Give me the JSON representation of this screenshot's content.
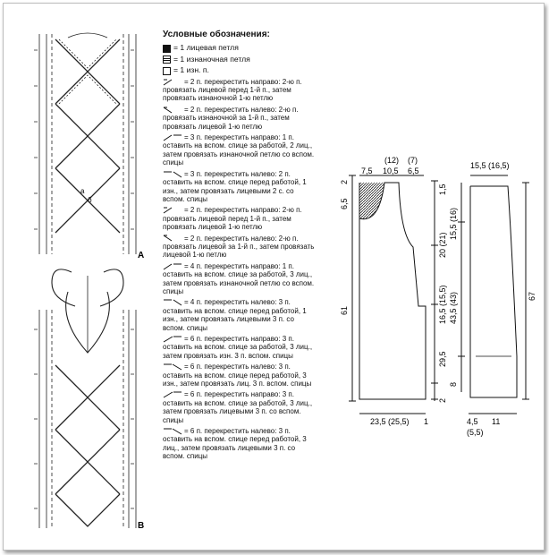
{
  "panels": {
    "a": "А",
    "b": "В"
  },
  "chart_letters": {
    "a": "a",
    "b": "б"
  },
  "legend": {
    "title": "Условные обозначения:",
    "basic": [
      {
        "symbol": "filled-square",
        "text": "= 1 лицевая петля"
      },
      {
        "symbol": "hatched-square",
        "text": "= 1 изнаночная петля"
      },
      {
        "symbol": "empty-square",
        "text": "= 1 изн. п."
      }
    ],
    "crosses": [
      "= 2 п. перекрестить направо: 2-ю п. провязать лицевой перед 1-й п., затем провязать изнаночной 1-ю петлю",
      "= 2 п. перекрестить налево: 2-ю п. провязать изнаночной за 1-й п., затем провязать лицевой 1-ю петлю",
      "= 3 п. перекрестить направо: 1 п. оставить на вспом. спице за работой, 2 лиц., затем провязать изнаночной петлю со вспом. спицы",
      "= 3 п. перекрестить налево: 2 п. оставить на вспом. спице перед работой, 1 изн., затем провязать лицевыми 2 с. со вспом. спицы",
      "= 2 п. перекрестить направо: 2-ю п. провязать лицевой перед 1-й п., затем провязать лицевой 1-ю петлю",
      "= 2 п. перекрестить налево: 2-ю п. провязать лицевой за 1-й п., затем провязать лицевой 1-ю петлю",
      "= 4 п. перекрестить направо: 1 п. оставить на вспом. спице за работой, 3 лиц., затем провязать изнаночной петлю со вспом. спицы",
      "= 4 п. перекрестить налево: 3 п. оставить на вспом. спице перед работой, 1 изн., затем провязать лицевыми 3 п. со вспом. спицы",
      "= 6 п. перекрестить направо: 3 п. оставить на вспом. спице за работой, 3 лиц., затем провязать изн. 3 п. вспом. спицы",
      "= 6 п. перекрестить налево: 3 п. оставить на вспом. спице перед работой, 3 изн., затем провязать лиц. 3 п. вспом. спицы",
      "= 6 п. перекрестить направо: 3 п. оставить на вспом. спице за работой, 3 лиц., затем провязать лицевыми 3 п. со вспом. спицы",
      "= 6 п. перекрестить налево: 3 п. оставить на вспом. спице перед работой, 3 лиц., затем провязать лицевыми 3 п. со вспом. спицы"
    ]
  },
  "schematic": {
    "body": {
      "top": {
        "left": "7,5",
        "center_top": "(12)",
        "center": "10,5",
        "right_top": "(7)",
        "right": "6,5"
      },
      "left": {
        "top": "6,5",
        "top_small": "2",
        "total": "61"
      },
      "right": {
        "neck": "1,5",
        "armhole": "20 (21)",
        "side": "16,5 (15,5)",
        "lower": "29,5",
        "rib": "2"
      },
      "bottom": {
        "width": "23,5 (25,5)",
        "edge": "1"
      }
    },
    "sleeve": {
      "top": "15,5 (16,5)",
      "left": {
        "cap": "15,5 (16)",
        "length": "43,5 (43)",
        "cuff": "8"
      },
      "right": {
        "total": "67"
      },
      "bottom": {
        "left": "4,5",
        "center": "11",
        "sub": "(5,5)"
      }
    }
  }
}
